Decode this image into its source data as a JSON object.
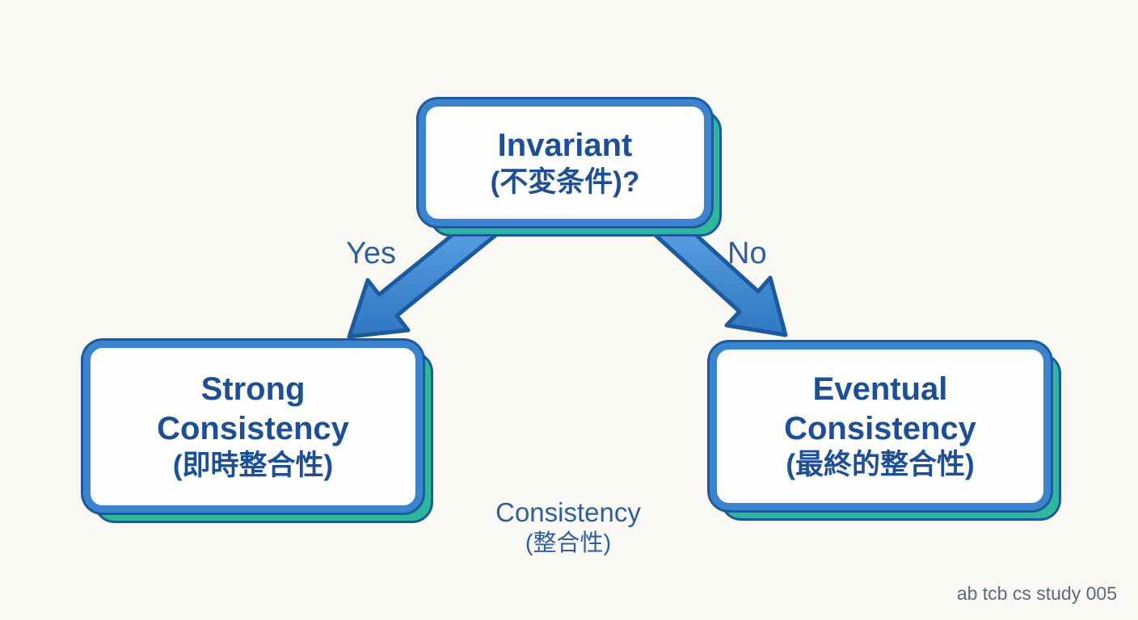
{
  "diagram": {
    "nodes": {
      "root": {
        "line1": "Invariant",
        "line2": "(不変条件)?"
      },
      "left": {
        "line1": "Strong",
        "line2": "Consistency",
        "line3": "(即時整合性)"
      },
      "right": {
        "line1": "Eventual",
        "line2": "Consistency",
        "line3": "(最終的整合性)"
      }
    },
    "edges": {
      "yes_label": "Yes",
      "no_label": "No"
    },
    "caption": {
      "line1": "Consistency",
      "line2": "(整合性)"
    },
    "watermark": "ab tcb cs study 005"
  },
  "colors": {
    "bg": "#faf9f6",
    "node_border": "#3b82cf",
    "node_border_dark": "#1b5a9c",
    "node_fill": "#fdfdfc",
    "node_shadow": "#2eb79c",
    "text_navy": "#1d4f97",
    "label_blue": "#2d5f9f",
    "arrow_fill_light": "#5ea5e6",
    "arrow_fill_dark": "#3076c2",
    "arrow_outline": "#1b5a9c",
    "watermark_gray": "#5c6b7a"
  }
}
